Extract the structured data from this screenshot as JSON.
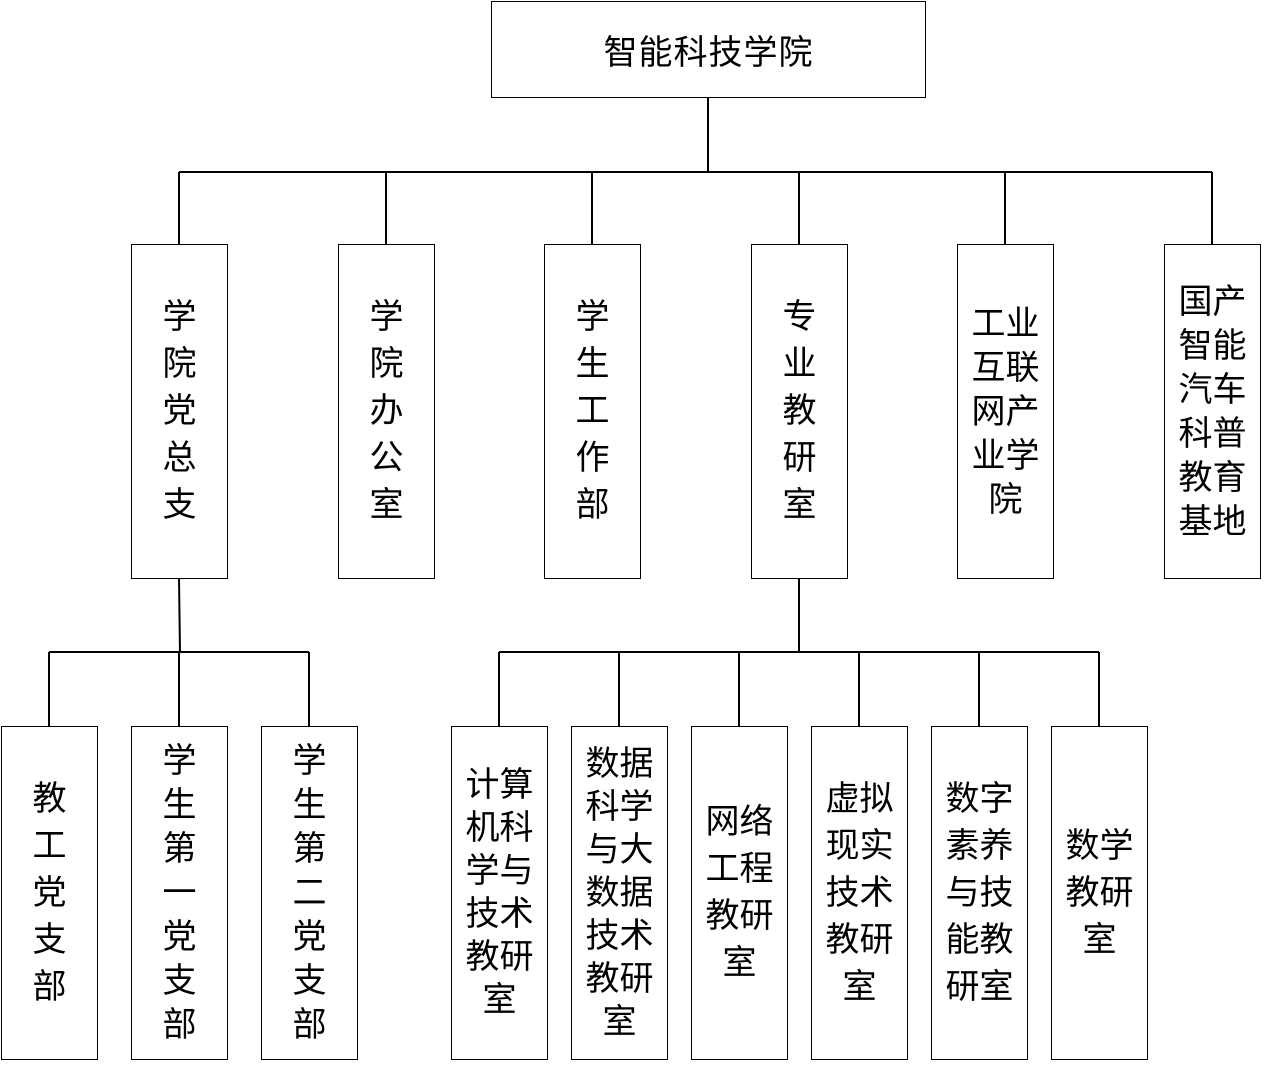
{
  "root": {
    "label": "智能科技学院"
  },
  "level1": [
    {
      "id": "party",
      "label": "学\n院\n党\n总\n支"
    },
    {
      "id": "office",
      "label": "学\n院\n办\n公\n室"
    },
    {
      "id": "student",
      "label": "学\n生\n工\n作\n部"
    },
    {
      "id": "teaching",
      "label": "专\n业\n教\n研\n室"
    },
    {
      "id": "iiot",
      "label": "工业\n互联\n网产\n业学\n院"
    },
    {
      "id": "auto",
      "label": "国产\n智能\n汽车\n科普\n教育\n基地"
    }
  ],
  "party_branches": [
    {
      "id": "staff",
      "label": "教\n工\n党\n支\n部"
    },
    {
      "id": "stu1",
      "label": "学\n生\n第\n一\n党\n支\n部"
    },
    {
      "id": "stu2",
      "label": "学\n生\n第\n二\n党\n支\n部"
    }
  ],
  "teaching_offices": [
    {
      "id": "cs",
      "label": "计算\n机科\n学与\n技术\n教研\n室"
    },
    {
      "id": "bigdata",
      "label": "数据\n科学\n与大\n数据\n技术\n教研\n室"
    },
    {
      "id": "network",
      "label": "网络\n工程\n教研\n室"
    },
    {
      "id": "vr",
      "label": "虚拟\n现实\n技术\n教研\n室"
    },
    {
      "id": "digital",
      "label": "数字\n素养\n与技\n能教\n研室"
    },
    {
      "id": "math",
      "label": "数学\n教研\n室"
    }
  ]
}
